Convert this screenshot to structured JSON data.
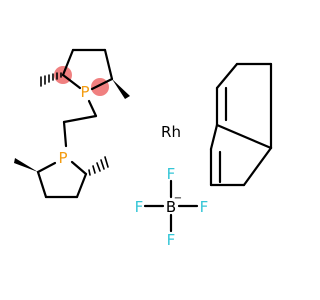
{
  "molecule": {
    "atoms": {
      "phosphorus_top": "P",
      "phosphorus_bottom": "P",
      "rhodium": "Rh",
      "boron": "B",
      "boron_charge": "−",
      "fluorine_top": "F",
      "fluorine_left": "F",
      "fluorine_right": "F",
      "fluorine_bottom": "F"
    },
    "colors": {
      "bond": "#000000",
      "phosphorus": "#f39c12",
      "fluorine": "#34c6d6",
      "stereo_highlight": "#f08080",
      "boron": "#000000",
      "rhodium": "#000000"
    }
  }
}
